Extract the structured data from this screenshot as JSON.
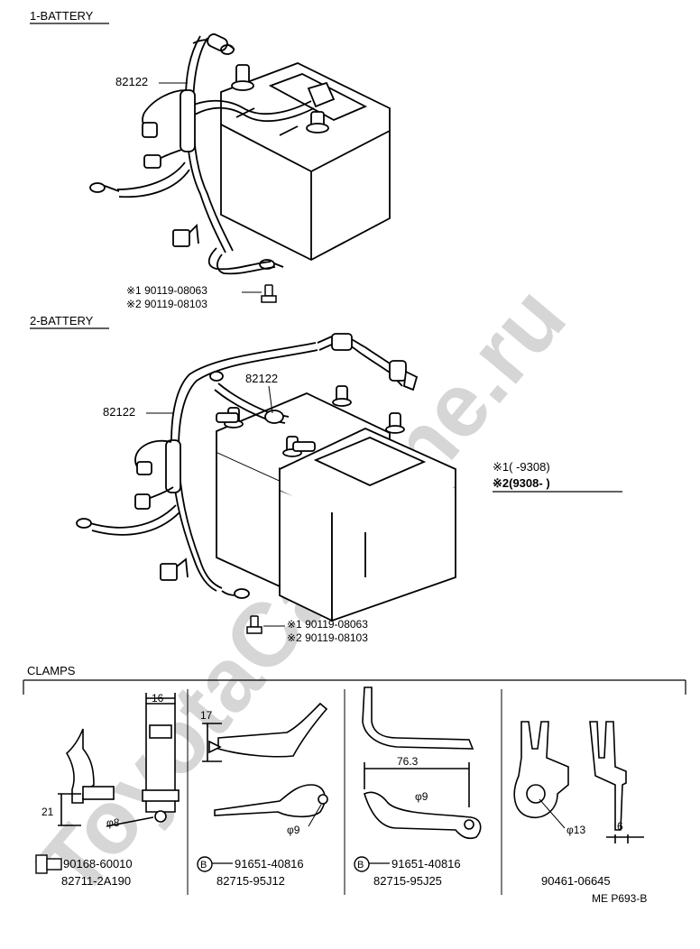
{
  "watermark": "ToyotaCarMine.ru",
  "section1": {
    "title": "1-BATTERY",
    "cable_part": "82122",
    "bolt_1": "※1 90119-08063",
    "bolt_2": "※2 90119-08103"
  },
  "section2": {
    "title": "2-BATTERY",
    "cable_part_a": "82122",
    "cable_part_b": "82122",
    "bolt_1": "※1 90119-08063",
    "bolt_2": "※2 90119-08103"
  },
  "legend": {
    "line1": "※1(        -9308)",
    "line2": "※2(9308-          )"
  },
  "clamps": {
    "title": "CLAMPS",
    "c1": {
      "dim_width": "16",
      "dim_height": "21",
      "hole": "φ8",
      "bolt": "90168-60010",
      "part": "82711-2A190"
    },
    "c2": {
      "dim_height": "17",
      "hole": "φ9",
      "bolt_mark": "B",
      "bolt": "91651-40816",
      "part": "82715-95J12"
    },
    "c3": {
      "dim_length": "76.3",
      "hole": "φ9",
      "bolt_mark": "B",
      "bolt": "91651-40816",
      "part": "82715-95J25"
    },
    "c4": {
      "hole": "φ13",
      "dim_width": "6",
      "part": "90461-06645"
    }
  },
  "figure_code": "ME P693-B"
}
